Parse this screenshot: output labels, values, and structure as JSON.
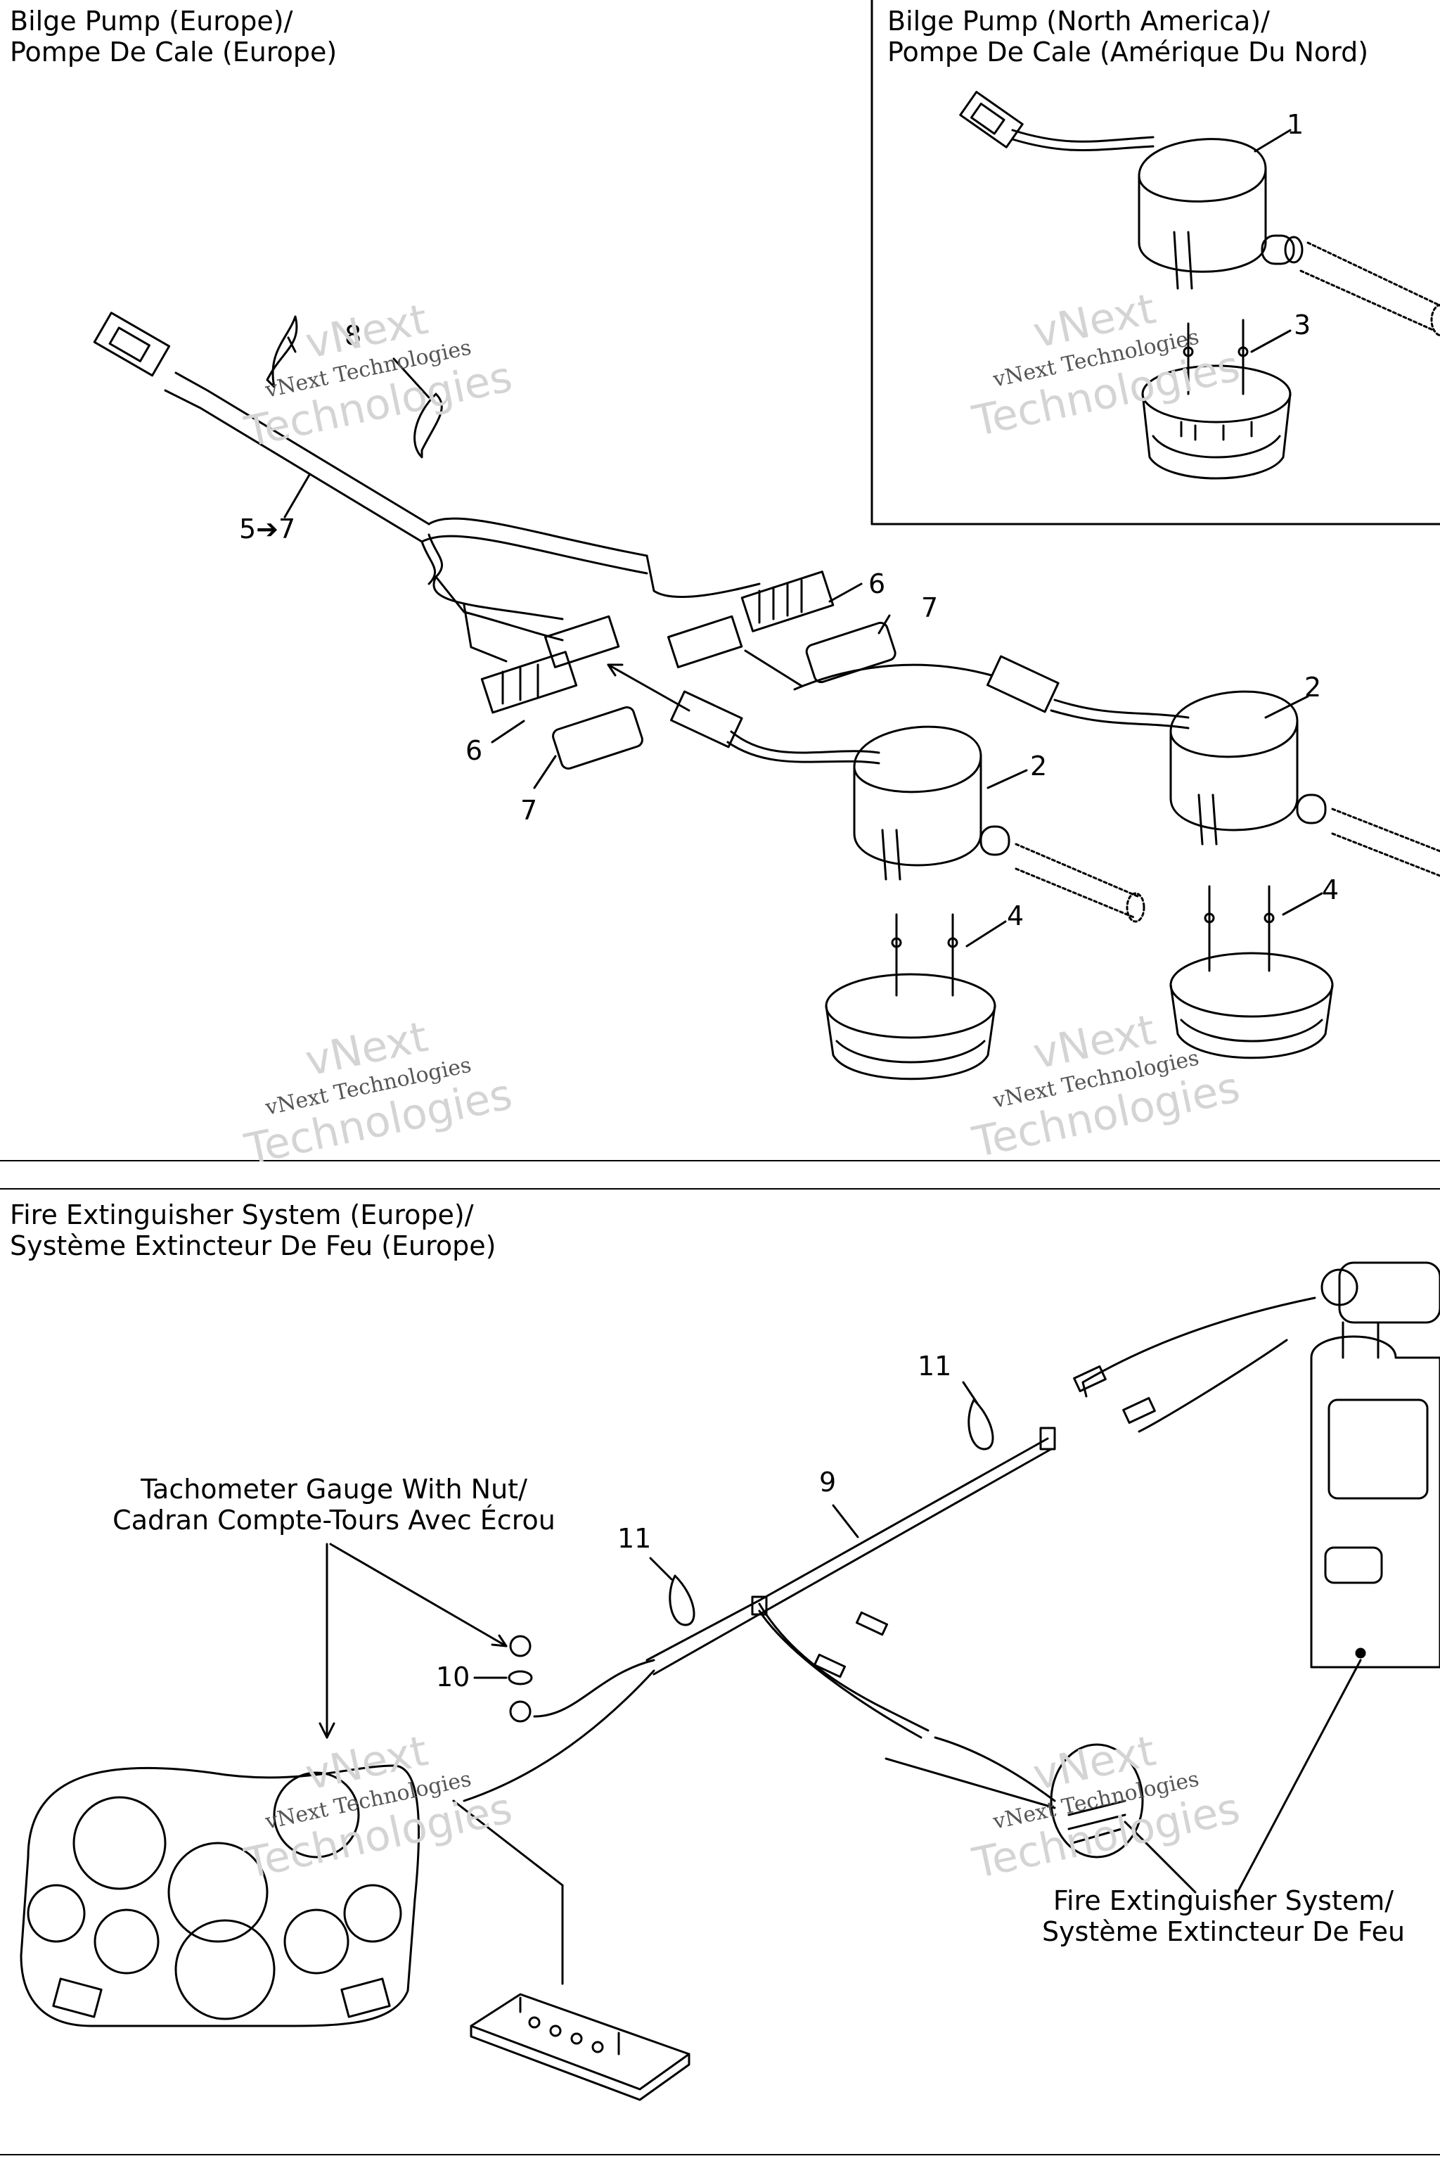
{
  "sections": {
    "bilge_europe": {
      "title_line1": "Bilge Pump (Europe)/",
      "title_line2": "Pompe De Cale (Europe)"
    },
    "bilge_na": {
      "title_line1": "Bilge Pump (North America)/",
      "title_line2": "Pompe De Cale (Amérique Du Nord)"
    },
    "fire": {
      "title_line1": "Fire Extinguisher System (Europe)/",
      "title_line2": "Système Extincteur De Feu (Europe)"
    }
  },
  "part_numbers": {
    "p1": "1",
    "p2a": "2",
    "p2b": "2",
    "p3": "3",
    "p4a": "4",
    "p4b": "4",
    "p57": "5➔7",
    "p6a": "6",
    "p6b": "6",
    "p7a": "7",
    "p7b": "7",
    "p8": "8",
    "p9": "9",
    "p10": "10",
    "p11a": "11",
    "p11b": "11"
  },
  "callouts": {
    "tachometer_line1": "Tachometer Gauge With Nut/",
    "tachometer_line2": "Cadran Compte-Tours Avec Écrou",
    "fire_system_line1": "Fire Extinguisher System/",
    "fire_system_line2": "Système Extincteur De Feu"
  },
  "watermark": {
    "line1": "vNext",
    "line2": "vNext Technologies",
    "line3": "Technologies"
  },
  "colors": {
    "line": "#000000",
    "watermark": "#c8c8c8"
  }
}
